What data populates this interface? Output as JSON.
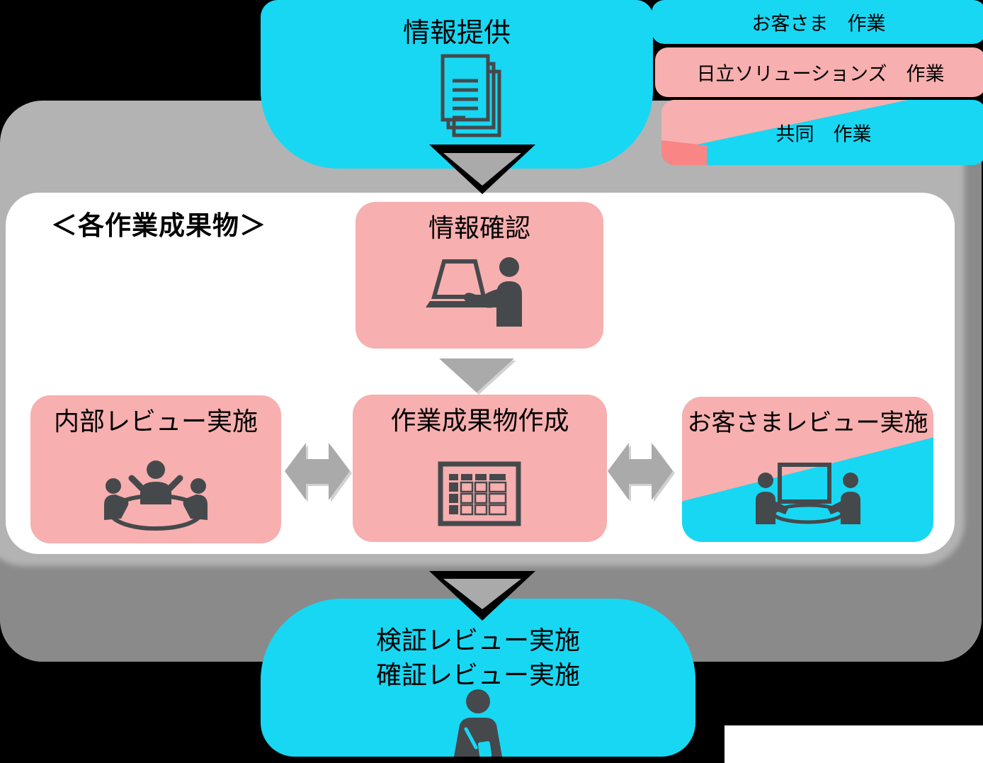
{
  "colors": {
    "cyan": "#18D7F3",
    "pink": "#F8AFAF",
    "salmon": "#F98585",
    "frame_light": "#B3B3B3",
    "frame_dark": "#8A8A8A",
    "arrow": "#AAAAAA",
    "icon": "#45494C",
    "chevron": "#000000"
  },
  "legend": {
    "items": [
      {
        "id": "customer-work",
        "label": "お客さま　作業"
      },
      {
        "id": "hitachi-solutions-work",
        "label": "日立ソリューションズ　作業"
      },
      {
        "id": "joint-work",
        "label": "共同　作業"
      }
    ]
  },
  "nodes": {
    "provide": "情報提供",
    "deliverables_heading": "＜各作業成果物＞",
    "confirm": "情報確認",
    "internal_review": "内部レビュー実施",
    "create_deliverable": "作業成果物作成",
    "customer_review": "お客さまレビュー実施",
    "verify_line1": "検証レビュー実施",
    "verify_line2": "確証レビュー実施"
  }
}
